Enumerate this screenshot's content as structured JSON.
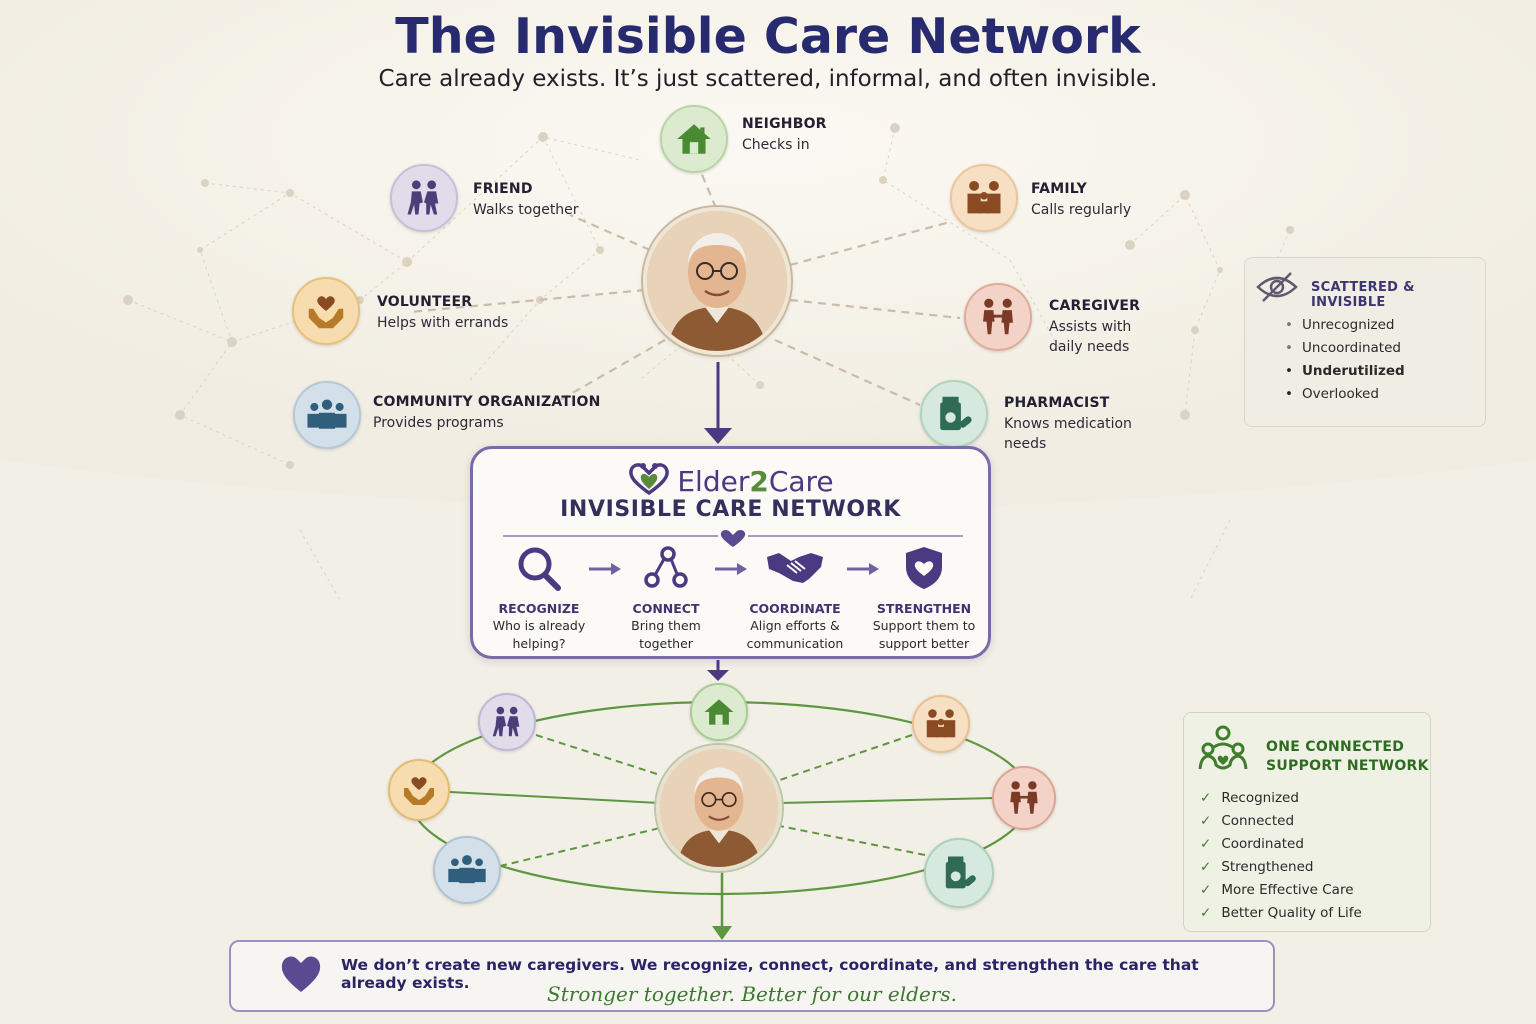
{
  "title": "The Invisible Care Network",
  "subtitle": "Care already exists. It’s just scattered, informal, and often invisible.",
  "nodes": {
    "neighbor": {
      "role": "NEIGHBOR",
      "desc": "Checks in",
      "icon": "house-icon",
      "color": "#dcebd0"
    },
    "friend": {
      "role": "FRIEND",
      "desc": "Walks together",
      "icon": "walking-people-icon",
      "color": "#e1dcea"
    },
    "family": {
      "role": "FAMILY",
      "desc": "Calls regularly",
      "icon": "family-icon",
      "color": "#f7dfc4"
    },
    "volunteer": {
      "role": "VOLUNTEER",
      "desc": "Helps with errands",
      "icon": "heart-hands-icon",
      "color": "#f6dcae"
    },
    "caregiver": {
      "role": "CAREGIVER",
      "desc": "Assists with daily needs",
      "icon": "caregiver-icon",
      "color": "#f3d3c8"
    },
    "community": {
      "role": "COMMUNITY ORGANIZATION",
      "desc": "Provides programs",
      "icon": "group-icon",
      "color": "#d3e0ea"
    },
    "pharmacist": {
      "role": "PHARMACIST",
      "desc": "Knows medication needs",
      "icon": "medicine-bottle-icon",
      "color": "#d6e9df"
    }
  },
  "scattered_panel": {
    "title": "SCATTERED & INVISIBLE",
    "icon": "eye-slash-icon",
    "items": [
      "Unrecognized",
      "Uncoordinated",
      "Underutilized",
      "Overlooked"
    ]
  },
  "center_box": {
    "brand_left": "Elder",
    "brand_mid": "2",
    "brand_right": "Care",
    "title": "INVISIBLE CARE NETWORK",
    "steps": [
      {
        "label": "RECOGNIZE",
        "desc_1": "Who is already",
        "desc_2": "helping?",
        "icon": "magnifier-icon"
      },
      {
        "label": "CONNECT",
        "desc_1": "Bring them",
        "desc_2": "together",
        "icon": "network-icon"
      },
      {
        "label": "COORDINATE",
        "desc_1": "Align efforts &",
        "desc_2": "communication",
        "icon": "handshake-icon"
      },
      {
        "label": "STRENGTHEN",
        "desc_1": "Support them to",
        "desc_2": "support better",
        "icon": "shield-heart-icon"
      }
    ]
  },
  "connected_panel": {
    "title_1": "ONE CONNECTED",
    "title_2": "SUPPORT NETWORK",
    "icon": "connected-people-icon",
    "items": [
      "Recognized",
      "Connected",
      "Coordinated",
      "Strengthened",
      "More Effective Care",
      "Better Quality of Life"
    ]
  },
  "bottom": {
    "main": "We don’t create new caregivers.  We recognize, connect, coordinate, and strengthen the care that already exists.",
    "tagline": "Stronger together. Better for our elders."
  },
  "colors": {
    "navy": "#272a6e",
    "purple": "#5b4a91",
    "green": "#4f8a34",
    "accent_line": "#6aa04a"
  }
}
